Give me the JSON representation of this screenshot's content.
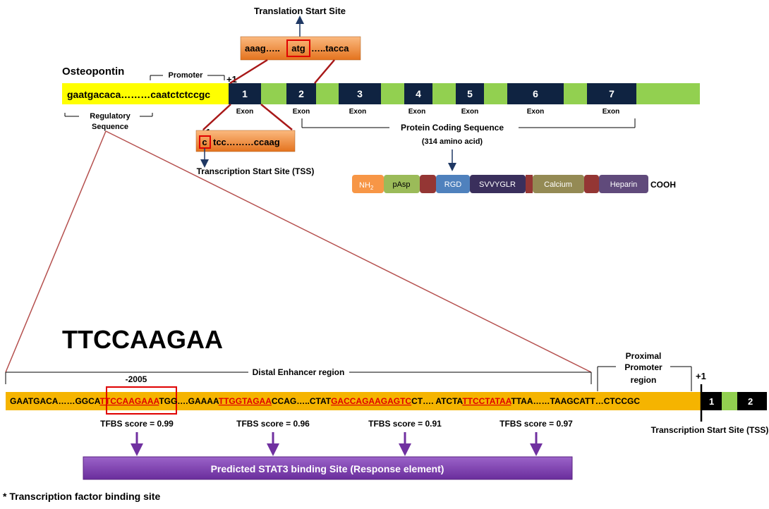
{
  "gene": {
    "name": "Osteopontin",
    "promoter_label": "Promoter",
    "plus_one": "+1",
    "regulatory_seq": "gaatgacaca………caatctctccgc",
    "regulatory_label_1": "Regulatory",
    "regulatory_label_2": "Sequence",
    "exons": [
      "1",
      "2",
      "3",
      "4",
      "5",
      "6",
      "7"
    ],
    "exon_label": "Exon",
    "protein_coding_label": "Protein Coding Sequence",
    "amino_acid_label": "(314 amino acid)"
  },
  "translation_start": {
    "title": "Translation Start Site",
    "seq_left": "aaag…..",
    "seq_codon": "atg",
    "seq_right": "…..tacca"
  },
  "transcription_start": {
    "plus_one": "+1",
    "seq_first": "c",
    "seq_rest": "tcc………ccaag",
    "title": "Transcription Start Site (TSS)"
  },
  "protein_domains": [
    "NH",
    "pAsp",
    "RGD",
    "SVVYGLR",
    "Calcium",
    "Heparin"
  ],
  "nh2_sub": "2",
  "cooh_label": "COOH",
  "motif_title": "TTCCAAGAA",
  "regions": {
    "distal": "Distal Enhancer region",
    "proximal_1": "Proximal",
    "proximal_2": "Promoter",
    "proximal_3": "region",
    "position": "-2005",
    "plus_one": "+1",
    "tss_label": "Transcription Start Site (TSS)"
  },
  "lower_sequence": {
    "seg1": "GAATGACA……GGCA",
    "site1": "TTCCAAGAAA",
    "seg2": "TGG….GAAAA",
    "site2": "TTGGTAGAA",
    "seg3": "CCAG…..CTAT",
    "site3": "GACCAGAAGAGTC",
    "seg4": "CT….  ATCTA",
    "site4": "TTCCTATAA",
    "seg5": "TTAA……TAAGCATT…CTCCGC",
    "exon_1": "1",
    "exon_2": "2"
  },
  "tfbs_scores": [
    "TFBS score = 0.99",
    "TFBS score = 0.96",
    "TFBS score = 0.91",
    "TFBS score = 0.97"
  ],
  "stat3_label": "Predicted STAT3 binding Site (Response element)",
  "footnote": "* Transcription factor binding site",
  "colors": {
    "exon_navy": "#0f2341",
    "intron_green": "#92d050",
    "regulatory_yellow": "#ffff00",
    "orange_box": "#f79646",
    "red": "#c00000",
    "lower_bar": "#f5b400",
    "purple": "#7030a0",
    "arrow_navy": "#1f3864"
  }
}
